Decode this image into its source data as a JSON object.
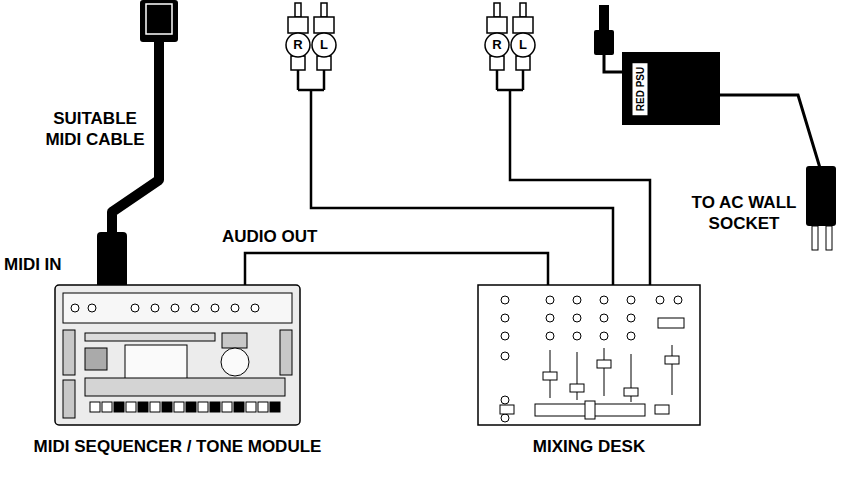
{
  "diagram": {
    "nodes": [
      {
        "text": [
          "RED PSU"
        ]
      },
      {
        "text": [
          "MIDI SEQUENCER / TONE MODULE"
        ]
      },
      {
        "text": [
          "MIXING DESK"
        ]
      }
    ],
    "edges": [
      {
        "from": 1,
        "to": 2,
        "label": "AUDIO OUT",
        "arrow": "none"
      }
    ],
    "labels": [
      "R",
      "L",
      "R",
      "L",
      "SUITABLE MIDI CABLE",
      "MIDI IN",
      "TO AC WALL SOCKET"
    ]
  }
}
